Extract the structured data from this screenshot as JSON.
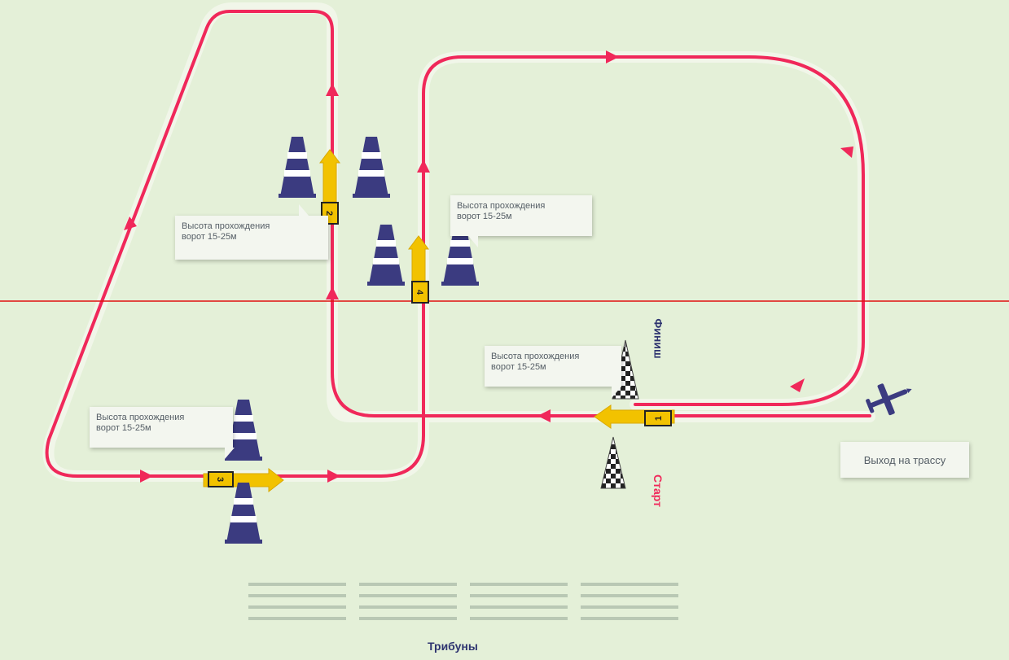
{
  "callouts": [
    {
      "line1": "Высота прохождения",
      "line2": "ворот 15-25м"
    },
    {
      "line1": "Высота прохождения",
      "line2": "ворот 15-25м"
    },
    {
      "line1": "Высота прохождения",
      "line2": "ворот 15-25м"
    },
    {
      "line1": "Высота прохождения",
      "line2": "ворот 15-25м"
    }
  ],
  "labels": {
    "finish": "Финиш",
    "start": "Старт",
    "exit": "Выход на трассу",
    "stands": "Трибуны"
  },
  "gates": [
    "1",
    "2",
    "3",
    "4"
  ],
  "colors": {
    "route": "#f0285a",
    "cone": "#3b3b80",
    "gate": "#f2c200",
    "reference_line": "#e01010",
    "background": "#e4f0d8",
    "stands": "#b9c8b4"
  },
  "icons": [
    "cone-icon",
    "airplane-icon",
    "checkered-pylon-icon",
    "direction-arrow-icon"
  ]
}
